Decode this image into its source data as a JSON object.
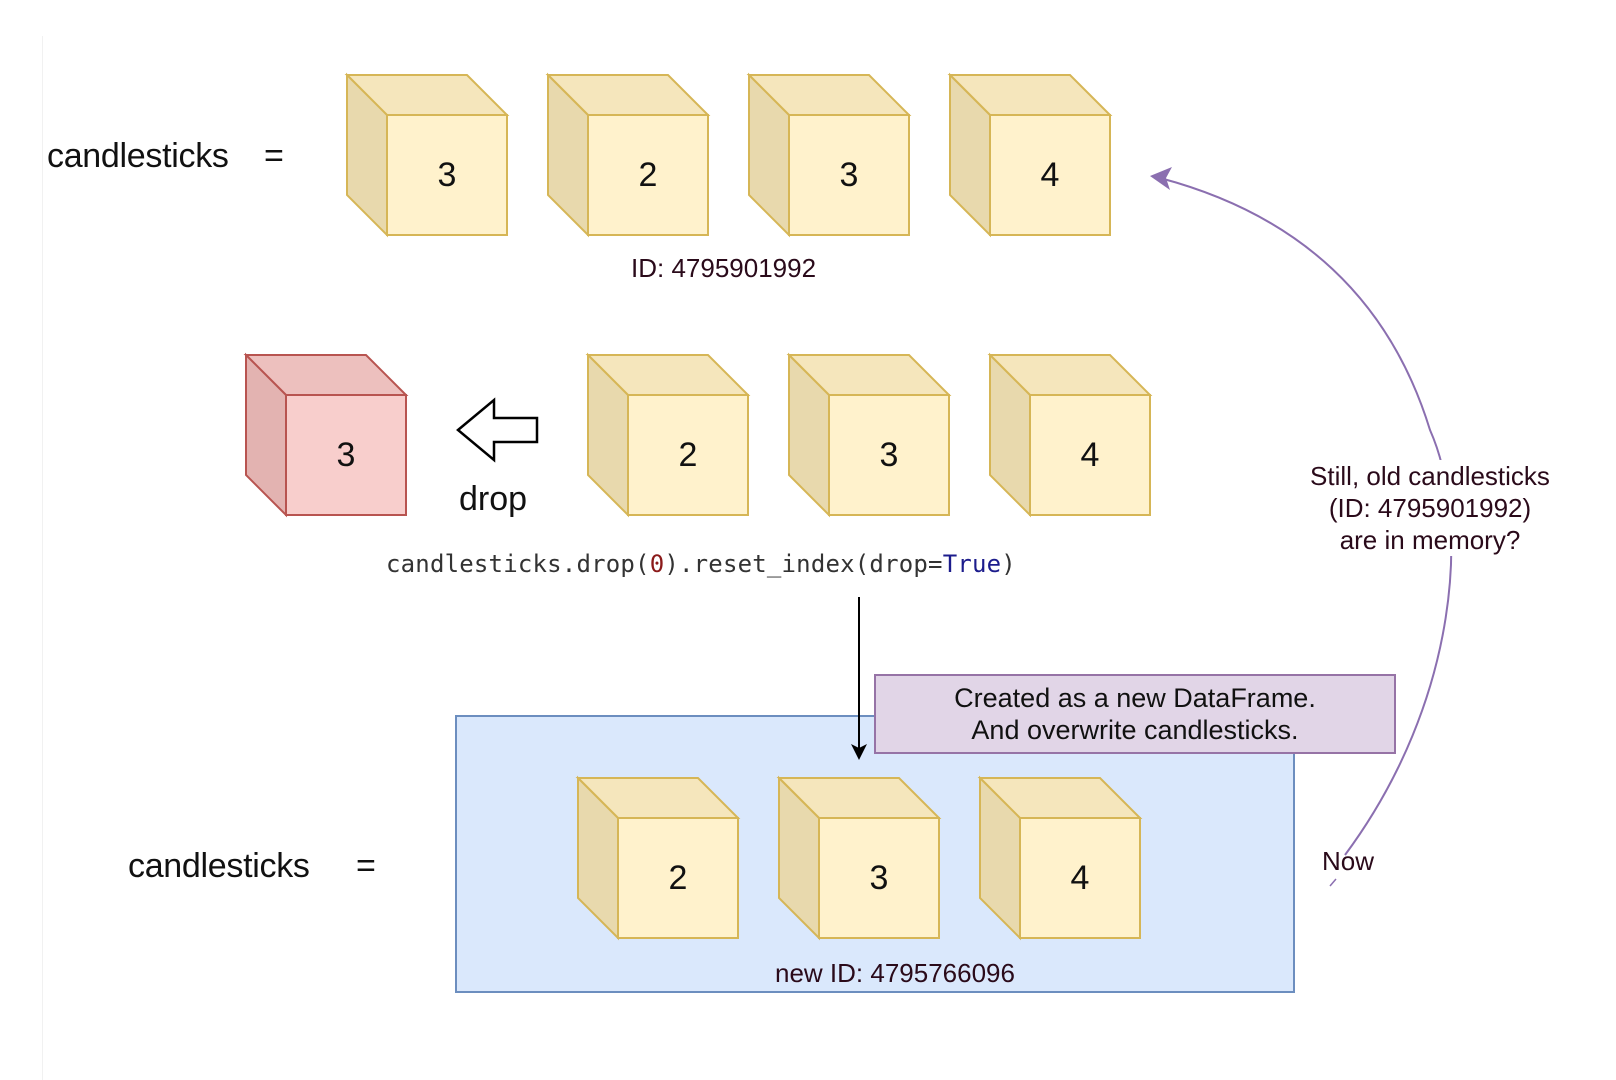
{
  "colors": {
    "cube_fill_front": "#fff2cc",
    "cube_fill_top": "#f5e6bc",
    "cube_fill_side": "#e8d9ad",
    "cube_stroke": "#d6b656",
    "dropped_fill_front": "#f8cecc",
    "dropped_fill_top": "#edc0be",
    "dropped_fill_side": "#e3b3b1",
    "dropped_stroke": "#b85450",
    "new_box_fill": "#dae8fc",
    "new_box_stroke": "#6c8ebf",
    "note_fill": "#e1d5e7",
    "note_stroke": "#9673a6",
    "curve_arrow": "#8b6fb0"
  },
  "top_row": {
    "variable_label": "candlesticks",
    "equals": "=",
    "cubes": [
      "3",
      "2",
      "3",
      "4"
    ],
    "id_label": "ID: 4795901992"
  },
  "middle_row": {
    "dropped_cube": "3",
    "arrow_icon": "left-arrow-icon",
    "drop_label": "drop",
    "cubes": [
      "2",
      "3",
      "4"
    ],
    "code": {
      "prefix": "candlesticks.drop(",
      "arg": "0",
      "middle": ").reset_index(drop=",
      "keyword": "True",
      "suffix": ")"
    }
  },
  "bottom_row": {
    "variable_label": "candlesticks",
    "equals": "=",
    "cubes": [
      "2",
      "3",
      "4"
    ],
    "id_label": "new ID: 4795766096"
  },
  "note": {
    "line1": "Created as a new DataFrame.",
    "line2": "And overwrite candlesticks."
  },
  "question": {
    "line1": "Still, old candlesticks",
    "line2": "(ID: 4795901992)",
    "line3": "are in memory?"
  },
  "now_label": "Now"
}
